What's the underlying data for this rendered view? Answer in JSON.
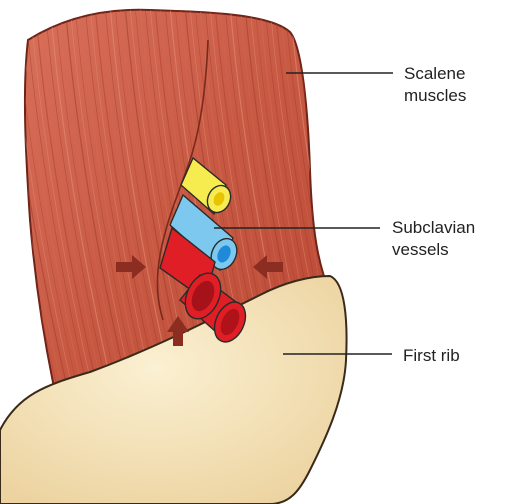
{
  "labels": {
    "scalene": [
      "Scalene",
      "muscles"
    ],
    "vessels": [
      "Subclavian",
      "vessels"
    ],
    "rib": [
      "First rib"
    ]
  },
  "structures": [
    "scalene-muscles",
    "first-rib",
    "nerve-plexus",
    "subclavian-vein",
    "subclavian-artery",
    "compression-arrows"
  ],
  "colors": {
    "muscle": "#c8503c",
    "muscle_light": "#e0806a",
    "muscle_dark": "#9c3326",
    "rib": "#f1ddb0",
    "rib_edge": "#3a2a1a",
    "nerve": "#f7ec4f",
    "vein": "#7cc8ee",
    "vein_lumen": "#1f8ad8",
    "artery": "#e01e26",
    "artery_dark": "#a5121a",
    "arrow": "#8b2d20",
    "leader": "#222222"
  }
}
